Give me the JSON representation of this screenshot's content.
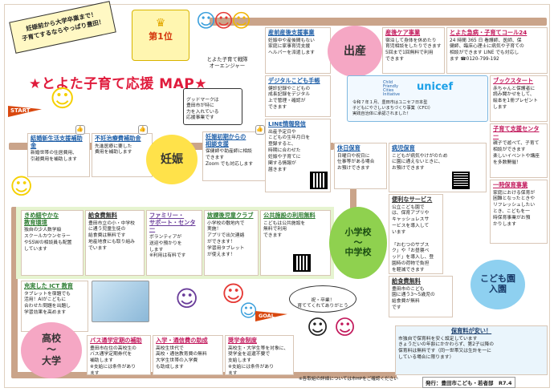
{
  "banner": {
    "line1": "妊娠前から大学卒業まで！",
    "line2": "子育てするならやっぱり豊田！"
  },
  "award": {
    "badge": "第1位",
    "caption1": "とよた子育て戦隊",
    "caption2": "オーエンジャー"
  },
  "title": "★とよた子育て応援 MAP★",
  "speech_good": "グッドマークは\n豊田市が特に\n力を入れている\n応援事業です",
  "start_label": "START",
  "goal_label": "GOAL",
  "stage_pregnancy": "妊娠",
  "stage_school": "小学校\n～\n中学校",
  "stage_highschool": "高校\n～\n大学",
  "stage_birth": "出産",
  "stage_preschool": "こども園\n入園",
  "unicef": {
    "cfci_label": "Child\nFriendly\nCities\nInitiative",
    "brand": "unicef",
    "text": "令和７年１月、豊田市はユニセフ日本型\n子どもにやさしいまちづくり事業（CFCI）\n実践自治体に承認されました！"
  },
  "celebrate_bubble": "祝・卒業！\n育ててくれてありがとう",
  "cells": {
    "marriage": {
      "title": "結婚新生活支援補助金",
      "body": "新婚世帯の住居費用、\n引越費用を補助します"
    },
    "infertility": {
      "title": "不妊治療費補助金",
      "body": "先進医療に要した\n費用を補助します"
    },
    "pregnancy_consult": {
      "title": "妊娠初期からの\n相談支援",
      "body": "保健師や助産師に相談\nできます\nZoom でも対応します"
    },
    "postpartum_support": {
      "title": "産前産後支援事業",
      "body": "妊娠中や産後間もない\n家庭に家事育児支援\nヘルパーを派遣します"
    },
    "digital_handbook": {
      "title": "デジタルこども手帳",
      "body": "健診記録やこどもの\n成長記録をデジタル\n上で管理・確認が\nできます"
    },
    "line_info": {
      "title": "LINE情報発信",
      "body": "出産予定日や\nこどもの生年月日を\n登録すると、\n時期に合わせた\n妊娠や子育てに\n関する情報が\n届きます"
    },
    "postpartum_care": {
      "title": "産後ケア事業",
      "body": "宿泊して身体を休めたり\n育児相談をしたりできます\n5回まで1回無料で利用\nできます"
    },
    "emergency_call": {
      "title": "とよた急病・子育てコール24",
      "body": "24 時間 365 日 看護師、医師、保\n健師、臨床心理士に病気や子育ての\n相談ができます LINE でも対応し\nます ☎0120-799-192"
    },
    "bookstart": {
      "title": "ブックスタート",
      "body": "赤ちゃんと保護者に\n読み聞かせをして、\n絵本を1冊プレゼント\nします"
    },
    "childcare_center": {
      "title": "子育て支援センター",
      "body": "親子で遊べて、子育て\n相談ができます\n楽しいイベントや講座\nを多数開催！"
    },
    "temporary_care": {
      "title": "一時保育事業",
      "body": "家庭における保育が\n困難となったときや\nリフレッシュしたい\nとき、こどもを一\n時保育事業がお預\nかりします"
    },
    "holiday_care": {
      "title": "休日保育",
      "body": "日曜日や祝日に\n仕事等がある場合\nお預けできます"
    },
    "sick_care": {
      "title": "病児保育",
      "body": "こどもが病気やけがのため\nに園に通えないときに、\nお預けできます"
    },
    "convenient_service": {
      "title": "便利なサービス",
      "body": "公立こども園で\nは、保育アプリや\nキャッシュレスサ\nービスを導入して\nいます\n\n「おむつのサブス\nク」や「お昼寝ベ\nッド」を導入し、登\n園時の荷物で負担\nを軽減できます"
    },
    "free_meals": {
      "title": "給食費無料",
      "body": "豊田市のこども\n園に通う3～5歳児の\n給食費が無料\nです"
    },
    "childcare_free": {
      "title": "保育料が安い！",
      "body": "市独自で保育料を安く設定しています\nきょうだいの年齢にかかわらず、第2子以降の\n保育料は無料です（同一世帯又は生計を一に\nしている場合に限ります）"
    },
    "dyslexia": {
      "title": "きめ細やかな\n教育環境",
      "body": "独自の少人数学級\nスクールカウンセラー\nやSSWの相談員も配置\nしています"
    },
    "school_meals": {
      "title": "給食費無料",
      "body": "豊田市立の小・中学校\nに通う児童生徒の\n給食費は無料です\n地産地食にも取り組み\nでいます"
    },
    "family_support": {
      "title": "ファミリー・\nサポート・センター",
      "body": "ボランティアが\n送迎や預かりを\nします\n※利用は有料です"
    },
    "after_school": {
      "title": "放課後児童クラブ",
      "body": "小学校の敷地内で\n実施！\nアプリで出欠連絡\nができます！\n学習用タブレット\nが使えます！"
    },
    "public_facility": {
      "title": "公共施設の利用無料",
      "body": "こどもは公共施設を\n無料で利用\nできます"
    },
    "ict": {
      "title": "充実した ICT 教育",
      "body": "タブレットを宿題でも\n活用！AIがこどもに\n合わせた問題を出題し\n学習効果を高めます"
    },
    "bus": {
      "title": "バス通学定期の補助",
      "body": "豊田市在住の高校生の\nバス通学定期券代を\n補助します\n※支給には条件があり\nます"
    },
    "entrance": {
      "title": "入学・通信費の助成",
      "body": "高校生世代で\n高校・通信教育費の無料\n大学生世帯の入学費\nも助成します"
    },
    "scholarship": {
      "title": "奨学金制度",
      "body": "高校生・大学生等を対象に、\n奨学金を返還不要で\n支給します\n※支給には条件があり\nます"
    }
  },
  "footer_note": "※各取組の詳細については市HPをご確認ください",
  "footer_issuer": "発行：豊田市こども・若者部　R7.4",
  "colors": {
    "path": "#caa48a",
    "title_red": "#e01b3c",
    "stage_yellow": "#ffe24a",
    "stage_green": "#8fd14f",
    "stage_pink": "#f5a7c4",
    "stage_blue": "#8ed0f0"
  },
  "icons": [
    "thumbs-up-icon",
    "qr-code-icon",
    "hero-character-icon",
    "flag-icon",
    "crown-icon",
    "balloon-icon"
  ]
}
